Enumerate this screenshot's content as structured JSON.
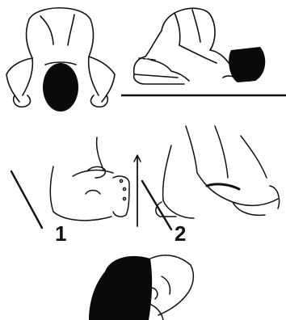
{
  "figures": [
    {
      "id": "top-left",
      "pose": "prostration-front-view",
      "number": ""
    },
    {
      "id": "top-right",
      "pose": "prostration-side-view",
      "number": ""
    },
    {
      "id": "middle-left",
      "pose": "feet-detail",
      "number": "1"
    },
    {
      "id": "middle-right",
      "pose": "feet-detail",
      "number": "2"
    },
    {
      "id": "bottom",
      "pose": "head-on-ground-detail",
      "number": ""
    }
  ],
  "colors": {
    "ink": "#111111",
    "hair": "#0a0a0a",
    "paper": "#ffffff"
  }
}
